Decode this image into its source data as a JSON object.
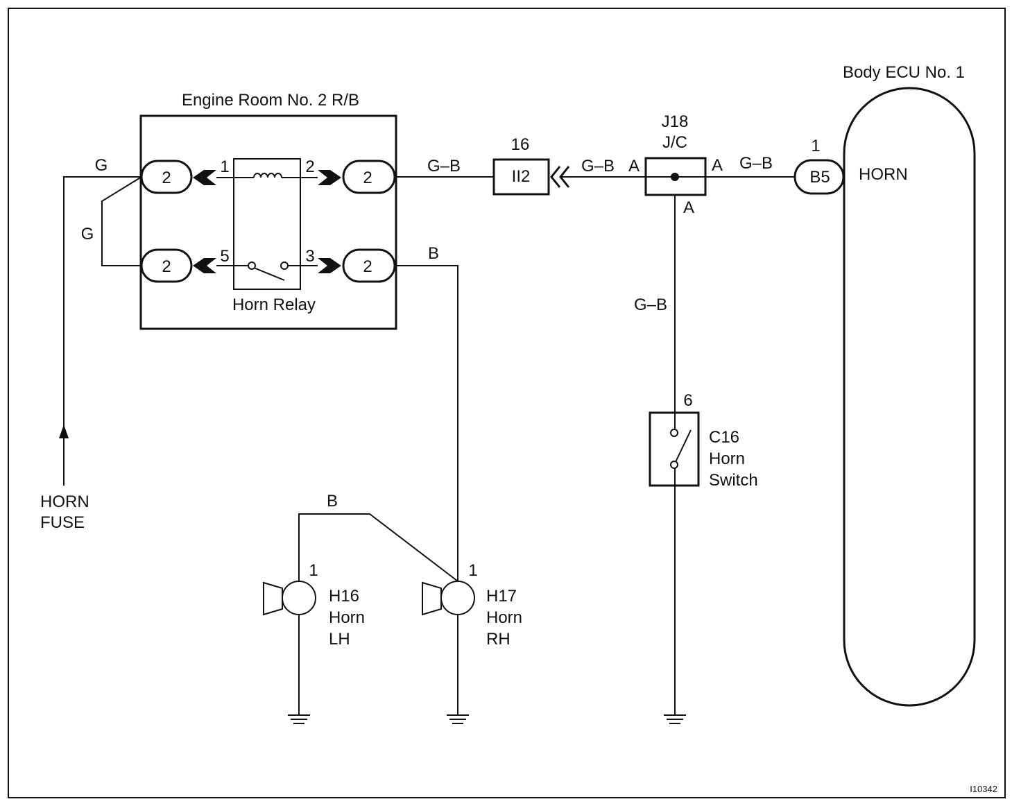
{
  "relay_box": {
    "title": "Engine Room No. 2 R/B",
    "relay_label": "Horn Relay",
    "connector_label": "2",
    "pins": {
      "p1": "1",
      "p2": "2",
      "p3": "3",
      "p5": "5"
    }
  },
  "fuse": {
    "line1": "HORN",
    "line2": "FUSE"
  },
  "wires": {
    "g_top": "G",
    "g_side": "G",
    "gb_relay": "G–B",
    "gb_jc_in": "G–B",
    "gb_ecu": "G–B",
    "gb_vertical": "G–B",
    "b_relay": "B",
    "b_horns": "B"
  },
  "connector_ii2": {
    "pin": "16",
    "id": "II2"
  },
  "junction": {
    "id": "J18",
    "type": "J/C",
    "pin_left": "A",
    "pin_right": "A",
    "pin_bottom": "A"
  },
  "ecu": {
    "title": "Body ECU No. 1",
    "pin": "1",
    "connector": "B5",
    "terminal": "HORN"
  },
  "horn_switch": {
    "pin": "6",
    "id": "C16",
    "line1": "Horn",
    "line2": "Switch"
  },
  "horn_lh": {
    "pin": "1",
    "id": "H16",
    "line1": "Horn",
    "line2": "LH"
  },
  "horn_rh": {
    "pin": "1",
    "id": "H17",
    "line1": "Horn",
    "line2": "RH"
  },
  "figure_id": "I10342",
  "colors": {
    "ink": "#111111",
    "background": "#ffffff"
  }
}
